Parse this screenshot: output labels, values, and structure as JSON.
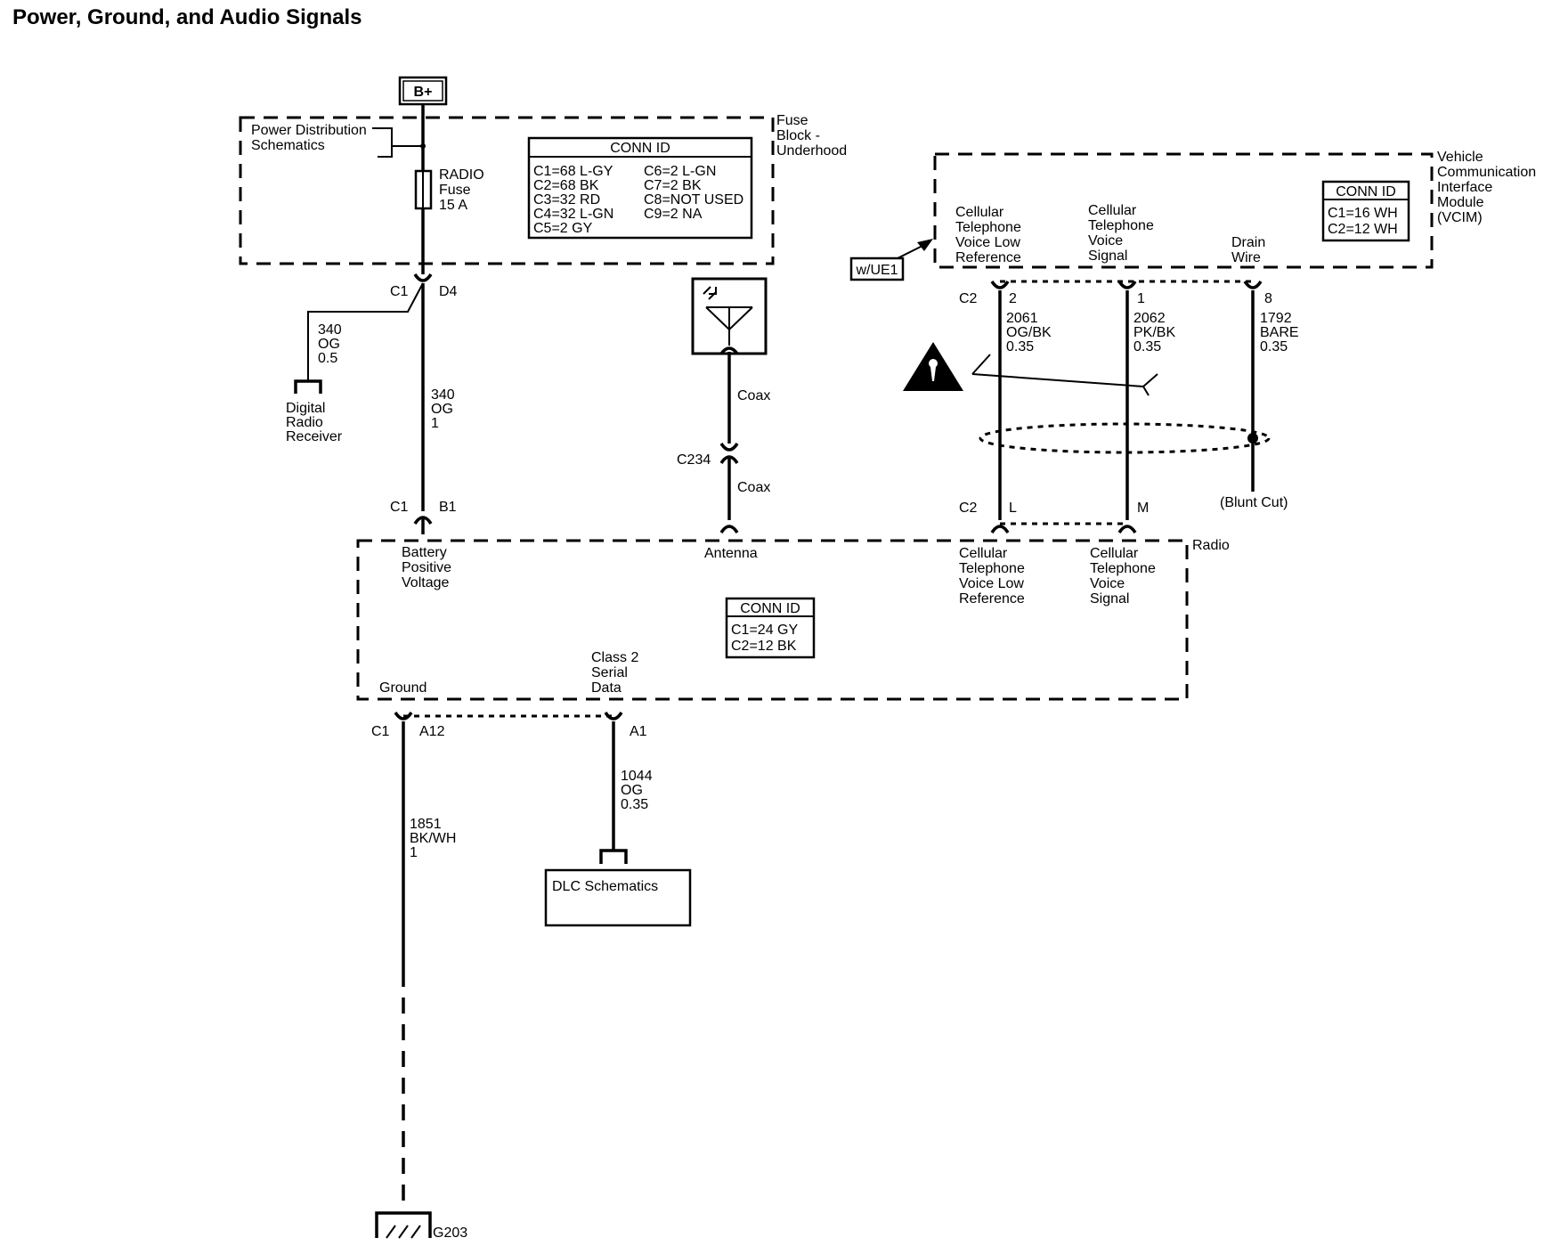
{
  "title": "Power, Ground, and Audio Signals",
  "battery": "B+",
  "fuse_block": {
    "name": [
      "Fuse",
      "Block -",
      "Underhood"
    ],
    "pds": [
      "Power Distribution",
      "Schematics"
    ],
    "fuse": [
      "RADIO",
      "Fuse",
      "15 A"
    ],
    "conn_id_title": "CONN ID",
    "conn_left": [
      "C1=68 L-GY",
      "C2=68 BK",
      "C3=32 RD",
      "C4=32 L-GN",
      "C5=2 GY"
    ],
    "conn_right": [
      "C6=2 L-GN",
      "C7=2 BK",
      "C8=NOT USED",
      "C9=2 NA"
    ]
  },
  "fuse_out": {
    "connector": "C1",
    "pin": "D4"
  },
  "digital_radio": {
    "wire": [
      "340",
      "OG",
      "0.5"
    ],
    "name": [
      "Digital",
      "Radio",
      "Receiver"
    ]
  },
  "power_wire": [
    "340",
    "OG",
    "1"
  ],
  "radio_power_pin": {
    "connector": "C1",
    "pin": "B1"
  },
  "antenna": {
    "coax1": "Coax",
    "connector": "C234",
    "coax2": "Coax"
  },
  "vcim": {
    "name": [
      "Vehicle",
      "Communication",
      "Interface",
      "Module",
      "(VCIM)"
    ],
    "option": "w/UE1",
    "conn_id_title": "CONN ID",
    "conn": [
      "C1=16 WH",
      "C2=12 WH"
    ],
    "pin_low_label": [
      "Cellular",
      "Telephone",
      "Voice Low",
      "Reference"
    ],
    "pin_sig_label": [
      "Cellular",
      "Telephone",
      "Voice",
      "Signal"
    ],
    "drain_label": [
      "Drain",
      "Wire"
    ],
    "connector": "C2",
    "pin_low": "2",
    "pin_sig": "1",
    "pin_drain": "8"
  },
  "wires": {
    "low": [
      "2061",
      "OG/BK",
      "0.35"
    ],
    "sig": [
      "2062",
      "PK/BK",
      "0.35"
    ],
    "drain": [
      "1792",
      "BARE",
      "0.35"
    ],
    "blunt": "(Blunt Cut)"
  },
  "radio_c2": {
    "connector": "C2",
    "pin_low": "L",
    "pin_sig": "M"
  },
  "radio": {
    "name": "Radio",
    "battery_label": [
      "Battery",
      "Positive",
      "Voltage"
    ],
    "antenna_label": "Antenna",
    "low_label": [
      "Cellular",
      "Telephone",
      "Voice Low",
      "Reference"
    ],
    "sig_label": [
      "Cellular",
      "Telephone",
      "Voice",
      "Signal"
    ],
    "conn_id_title": "CONN ID",
    "conn": [
      "C1=24 GY",
      "C2=12 BK"
    ],
    "ground_label": "Ground",
    "serial_label": [
      "Class 2",
      "Serial",
      "Data"
    ]
  },
  "radio_bottom": {
    "connector": "C1",
    "pin_ground": "A12",
    "pin_serial": "A1"
  },
  "serial_wire": [
    "1044",
    "OG",
    "0.35"
  ],
  "dlc": "DLC Schematics",
  "ground_wire": [
    "1851",
    "BK/WH",
    "1"
  ],
  "ground_point": "G203"
}
